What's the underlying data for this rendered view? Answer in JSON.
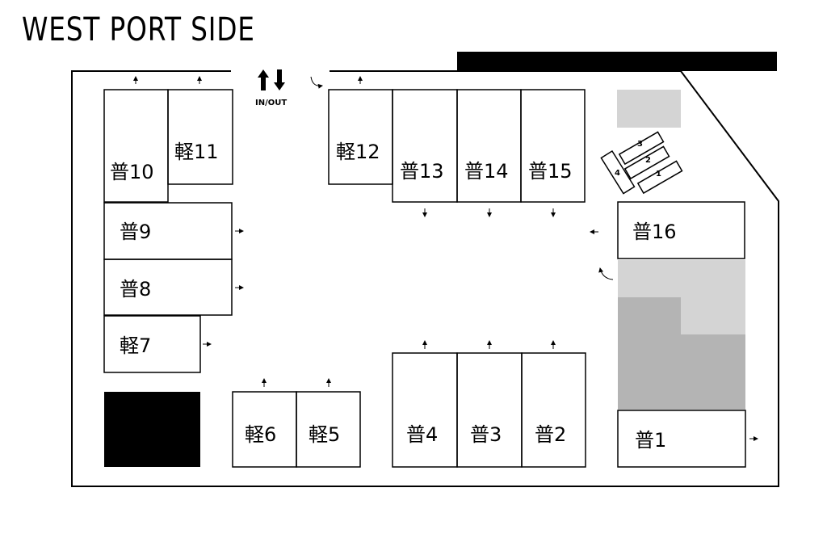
{
  "title": "WEST PORT SIDE",
  "entrance": {
    "label": "IN/OUT"
  },
  "colors": {
    "line": "#000000",
    "light_gray": "#d4d4d4",
    "mid_gray": "#b4b4b4",
    "black": "#000000"
  },
  "spaces": {
    "s1": "普1",
    "s2": "普2",
    "s3": "普3",
    "s4": "普4",
    "s5": "軽5",
    "s6": "軽6",
    "s7": "軽7",
    "s8": "普8",
    "s9": "普9",
    "s10": "普10",
    "s11": "軽11",
    "s12": "軽12",
    "s13": "普13",
    "s14": "普14",
    "s15": "普15",
    "s16": "普16"
  },
  "bike_spaces": {
    "b1": "1",
    "b2": "2",
    "b3": "3",
    "b4": "4"
  }
}
